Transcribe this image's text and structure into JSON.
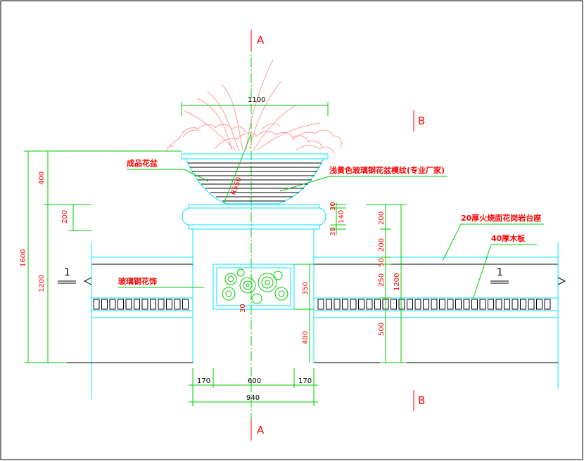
{
  "section_marks": {
    "a": "A",
    "b": "B",
    "one": "1"
  },
  "labels": {
    "planter": "成品花盆",
    "planter_texture": "浅黄色玻璃钢花盆模纹(专业厂家)",
    "granite_top": "20厚火烧面花岗岩台座",
    "wood_board": "40厚木板",
    "frp_decor": "玻璃钢花饰",
    "radius": "R550"
  },
  "dimensions": {
    "top_1100": "1100",
    "left_400": "400",
    "left_200": "200",
    "left_1600": "1600",
    "left_1200": "1200",
    "cap_30a": "30",
    "cap_140": "140",
    "cap_30b": "30",
    "panel_350": "350",
    "panel_400": "400",
    "panel_30": "30",
    "right_200a": "200",
    "right_200b": "200",
    "right_50": "50",
    "right_250": "250",
    "right_1200": "1200",
    "right_500": "500",
    "bottom_170a": "170",
    "bottom_600": "600",
    "bottom_170b": "170",
    "bottom_940": "940"
  },
  "colors": {
    "outline": "#00e5ff",
    "dimension": "#00cc00",
    "annotation": "#ff0000",
    "plant": "#ff9999"
  }
}
